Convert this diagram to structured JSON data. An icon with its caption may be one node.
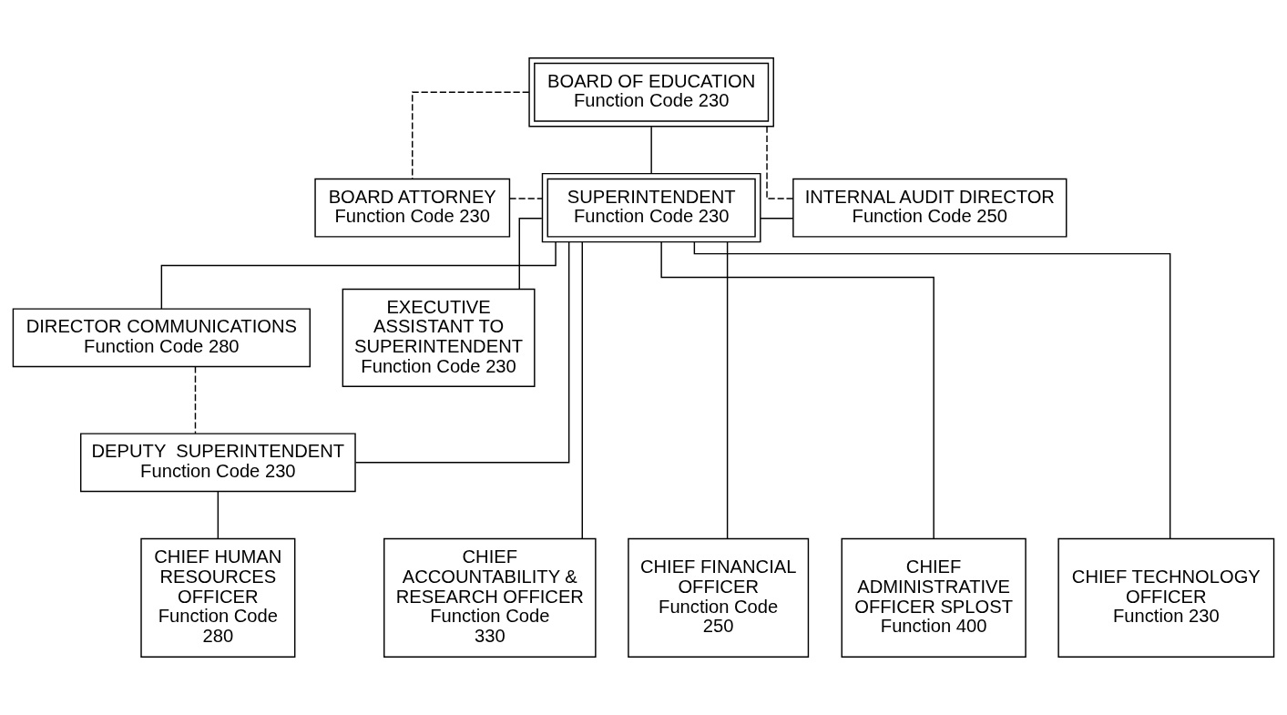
{
  "diagram": {
    "nodes": [
      {
        "text": [
          "BOARD OF EDUCATION",
          "Function Code 230"
        ]
      },
      {
        "text": [
          "BOARD ATTORNEY",
          "Function Code 230"
        ]
      },
      {
        "text": [
          "SUPERINTENDENT",
          "Function Code 230"
        ]
      },
      {
        "text": [
          "INTERNAL AUDIT DIRECTOR",
          "Function Code 250"
        ]
      },
      {
        "text": [
          "DIRECTOR COMMUNICATIONS",
          "Function Code 280"
        ]
      },
      {
        "text": [
          "EXECUTIVE ASSISTANT TO SUPERINTENDENT",
          "Function Code 230"
        ]
      },
      {
        "text": [
          "DEPUTY  SUPERINTENDENT",
          "Function Code 230"
        ]
      },
      {
        "text": [
          "CHIEF HUMAN RESOURCES OFFICER",
          "Function Code 280"
        ]
      },
      {
        "text": [
          "CHIEF ACCOUNTABILITY & RESEARCH OFFICER",
          "Function Code 330"
        ]
      },
      {
        "text": [
          "CHIEF FINANCIAL OFFICER",
          "Function Code 250"
        ]
      },
      {
        "text": [
          "CHIEF ADMINISTRATIVE OFFICER SPLOST",
          "Function 400"
        ]
      },
      {
        "text": [
          "CHIEF TECHNOLOGY OFFICER",
          "Function 230"
        ]
      }
    ],
    "edges": [
      {
        "from": 0,
        "to": 1,
        "arrow": "none",
        "style": "dashed"
      },
      {
        "from": 0,
        "to": 3,
        "arrow": "none",
        "style": "dashed"
      },
      {
        "from": 0,
        "to": 2,
        "arrow": "none"
      },
      {
        "from": 1,
        "to": 2,
        "arrow": "none",
        "style": "dashed"
      },
      {
        "from": 2,
        "to": 3,
        "arrow": "none"
      },
      {
        "from": 2,
        "to": 5,
        "arrow": "none"
      },
      {
        "from": 2,
        "to": 4,
        "arrow": "none"
      },
      {
        "from": 4,
        "to": 6,
        "arrow": "none",
        "style": "dashed"
      },
      {
        "from": 2,
        "to": 6,
        "arrow": "none"
      },
      {
        "from": 2,
        "to": 8,
        "arrow": "none"
      },
      {
        "from": 2,
        "to": 9,
        "arrow": "none"
      },
      {
        "from": 2,
        "to": 10,
        "arrow": "none"
      },
      {
        "from": 2,
        "to": 11,
        "arrow": "none"
      },
      {
        "from": 6,
        "to": 7,
        "arrow": "none"
      }
    ]
  }
}
